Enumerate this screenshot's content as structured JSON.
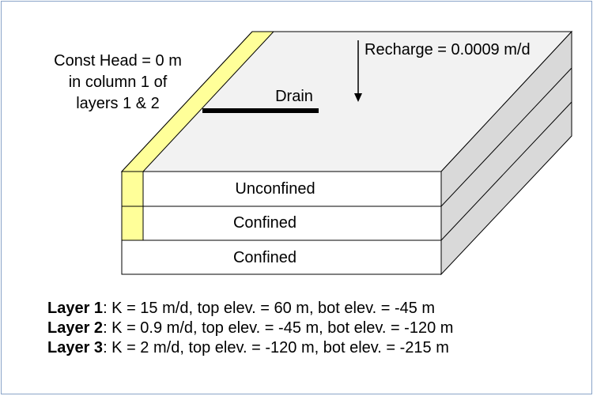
{
  "annotations": {
    "const_head": [
      "Const Head = 0 m",
      "in column 1 of",
      "layers 1 & 2"
    ],
    "recharge": "Recharge = 0.0009 m/d",
    "drain": "Drain"
  },
  "layers_visual": [
    {
      "label": "Unconfined"
    },
    {
      "label": "Confined"
    },
    {
      "label": "Confined"
    }
  ],
  "legend": [
    {
      "name": "Layer 1",
      "text": ": K = 15 m/d, top elev. = 60 m, bot elev. = -45 m"
    },
    {
      "name": "Layer 2",
      "text": ": K = 0.9 m/d, top elev. = -45 m, bot elev. = -120 m"
    },
    {
      "name": "Layer 3",
      "text": ": K = 2 m/d, top elev. = -120 m, bot elev. = -215 m"
    }
  ],
  "colors": {
    "constant_head": "#ffff99",
    "side_face": "#d9d9d9",
    "top_face": "#f2f2f2",
    "front_face": "#ffffff",
    "outline": "#000000"
  }
}
